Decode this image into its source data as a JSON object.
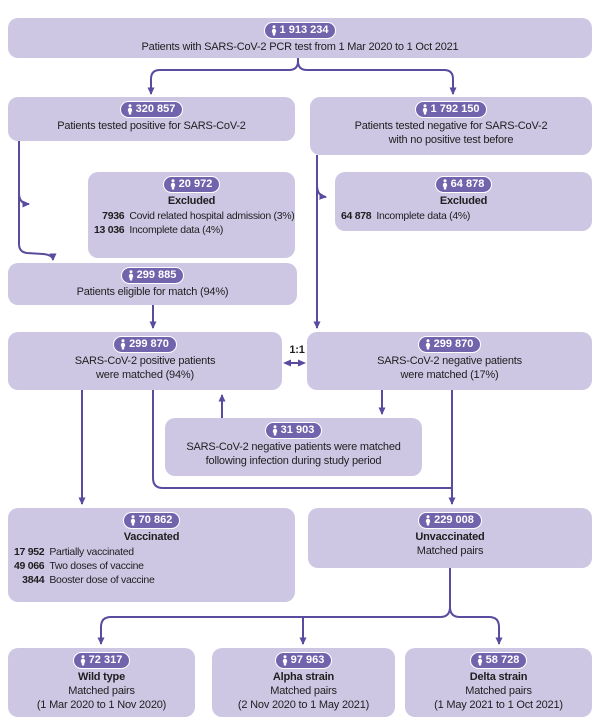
{
  "colors": {
    "box_fill": "#cec7e4",
    "badge_fill": "#7164ac",
    "line": "#5a4b9f",
    "text": "#1e1e1e"
  },
  "labels": {
    "ratio": "1:1"
  },
  "boxes": {
    "total": {
      "count": "1 913 234",
      "line1": "Patients with SARS-CoV-2 PCR test from 1 Mar 2020 to 1 Oct 2021"
    },
    "positive": {
      "count": "320 857",
      "line1": "Patients tested positive for SARS-CoV-2"
    },
    "negative": {
      "count": "1 792 150",
      "line1": "Patients tested negative for SARS-CoV-2",
      "line2": "with no positive test before"
    },
    "excluded_pos": {
      "count": "20 972",
      "title": "Excluded",
      "rows": [
        {
          "num": "7936",
          "label": "Covid related hospital admission (3%)"
        },
        {
          "num": "13 036",
          "label": "Incomplete data (4%)"
        }
      ]
    },
    "excluded_neg": {
      "count": "64 878",
      "title": "Excluded",
      "rows": [
        {
          "num": "64 878",
          "label": "Incomplete data (4%)"
        }
      ]
    },
    "eligible": {
      "count": "299 885",
      "line1": "Patients eligible for match (94%)"
    },
    "matched_pos": {
      "count": "299 870",
      "line1": "SARS-CoV-2 positive patients",
      "line2": "were matched (94%)"
    },
    "matched_neg": {
      "count": "299 870",
      "line1": "SARS-CoV-2 negative patients",
      "line2": "were matched (17%)"
    },
    "rematched": {
      "count": "31 903",
      "line1": "SARS-CoV-2 negative patients were matched",
      "line2": "following infection during study period"
    },
    "vaccinated": {
      "count": "70 862",
      "title": "Vaccinated",
      "rows": [
        {
          "num": "17 952",
          "label": "Partially vaccinated"
        },
        {
          "num": "49 066",
          "label": "Two doses of vaccine"
        },
        {
          "num": "3844",
          "label": "Booster dose of vaccine"
        }
      ]
    },
    "unvaccinated": {
      "count": "229 008",
      "title": "Unvaccinated",
      "line1": "Matched pairs"
    },
    "wild": {
      "count": "72 317",
      "title": "Wild type",
      "line1": "Matched pairs",
      "line2": "(1 Mar 2020 to 1 Nov 2020)"
    },
    "alpha": {
      "count": "97 963",
      "title": "Alpha strain",
      "line1": "Matched pairs",
      "line2": "(2 Nov 2020 to 1 May 2021)"
    },
    "delta": {
      "count": "58 728",
      "title": "Delta strain",
      "line1": "Matched pairs",
      "line2": "(1 May 2021 to 1 Oct 2021)"
    }
  }
}
